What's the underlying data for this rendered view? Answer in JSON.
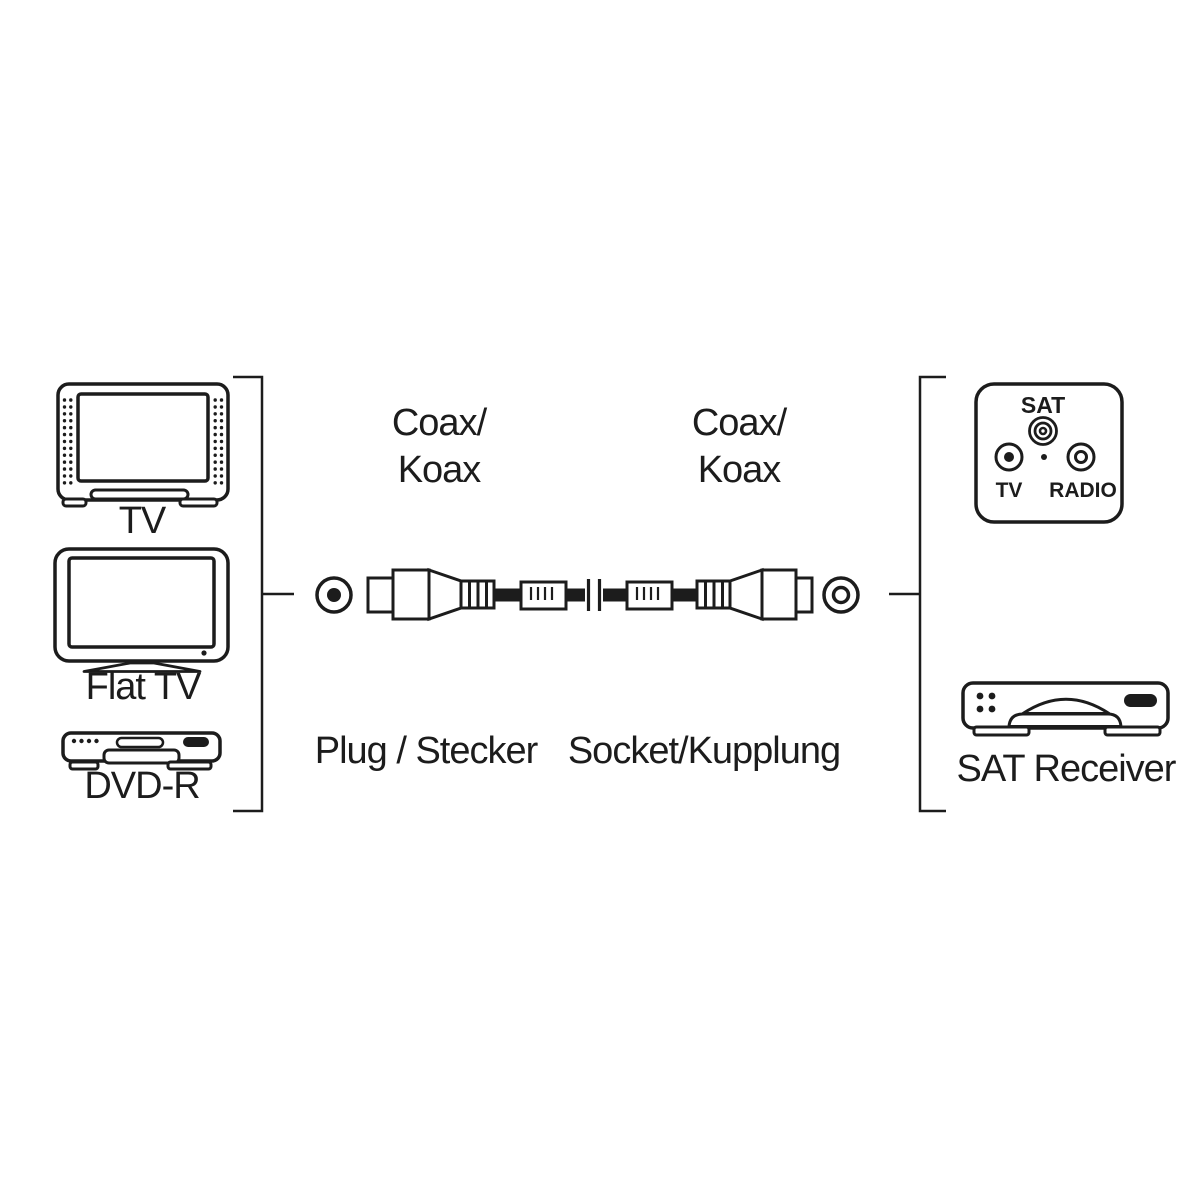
{
  "labels": {
    "tv": "TV",
    "flat_tv": "Flat TV",
    "dvd_r": "DVD-R",
    "coax_left": {
      "line1": "Coax/",
      "line2": "Koax"
    },
    "coax_right": {
      "line1": "Coax/",
      "line2": "Koax"
    },
    "plug": "Plug / Stecker",
    "socket": "Socket/Kupplung",
    "sat_receiver": "SAT Receiver"
  },
  "wall_socket": {
    "top": "SAT",
    "left": "TV",
    "right": "RADIO"
  },
  "icons": {
    "left_devices": [
      "crt-tv-icon",
      "flat-tv-icon",
      "dvd-recorder-icon"
    ],
    "middle": [
      "plug-end-icon",
      "coax-cable-icon",
      "socket-end-icon"
    ],
    "right_devices": [
      "sat-wall-socket-icon",
      "sat-receiver-icon"
    ]
  },
  "colors": {
    "line": "#1c1c1c",
    "background": "#ffffff"
  }
}
